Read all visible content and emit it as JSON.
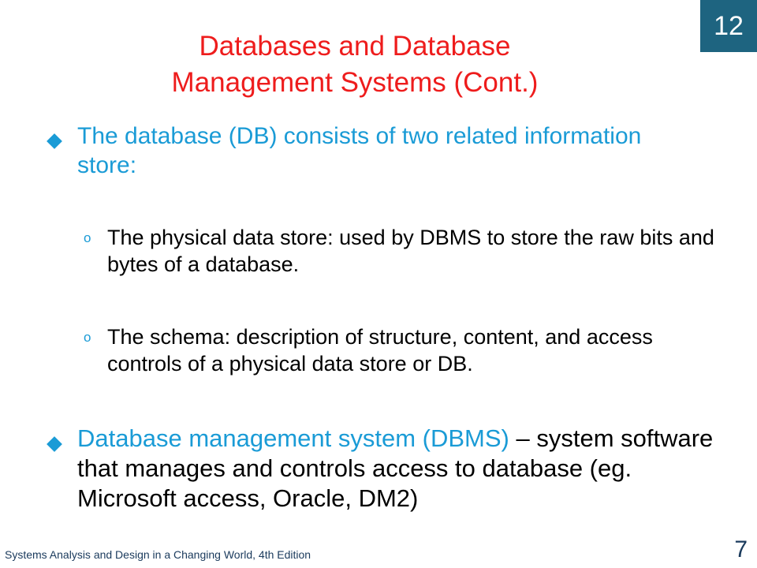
{
  "chapter_number": "12",
  "title": {
    "line1": "Databases and Database",
    "line2": "Management Systems (Cont.)"
  },
  "bullets": [
    {
      "text": "The database (DB) consists of two related information store:",
      "sub_items": [
        {
          "marker": "o",
          "text": "The physical data store: used by DBMS to store the raw bits and bytes of a database."
        },
        {
          "marker": "o",
          "text": "The schema: description of structure, content, and access controls of a physical data store or DB."
        }
      ]
    },
    {
      "highlight": "Database management system (DBMS)",
      "text": " – system software that manages and controls access to database (eg. Microsoft access, Oracle, DM2)"
    }
  ],
  "footer": "Systems Analysis and Design in a Changing World, 4th Edition",
  "page_number": "7",
  "colors": {
    "title": "#ee1c1c",
    "accent": "#1a9bd6",
    "chapter_box": "#1e6480"
  }
}
